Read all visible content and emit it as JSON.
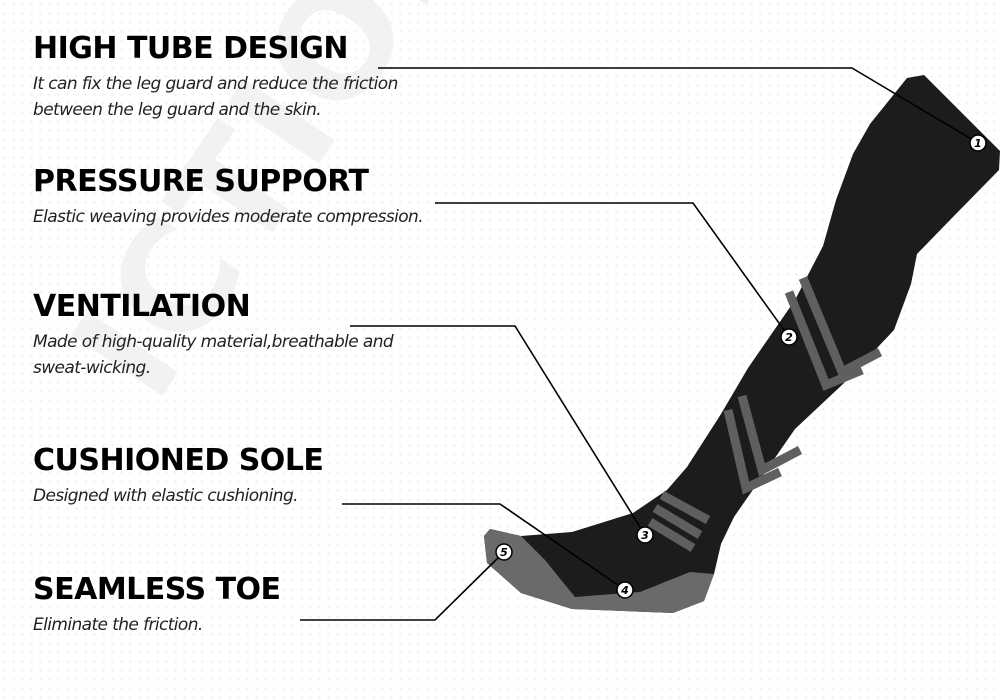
{
  "watermark": "ICTIONALITY",
  "features": [
    {
      "number": "1",
      "title": "HIGH TUBE DESIGN",
      "description_line1": "It can fix the leg guard and reduce the friction",
      "description_line2": "between the leg guard and the skin."
    },
    {
      "number": "2",
      "title": "PRESSURE SUPPORT",
      "description_line1": "Elastic weaving provides moderate compression.",
      "description_line2": ""
    },
    {
      "number": "3",
      "title": "VENTILATION",
      "description_line1": "Made of high-quality material,breathable and",
      "description_line2": "sweat-wicking."
    },
    {
      "number": "4",
      "title": "CUSHIONED SOLE",
      "description_line1": "Designed with elastic cushioning.",
      "description_line2": ""
    },
    {
      "number": "5",
      "title": "SEAMLESS TOE",
      "description_line1": "Eliminate the friction.",
      "description_line2": ""
    }
  ],
  "colors": {
    "sock_body": "#1c1c1c",
    "sock_accent": "#6a6a6a",
    "text": "#000000"
  }
}
